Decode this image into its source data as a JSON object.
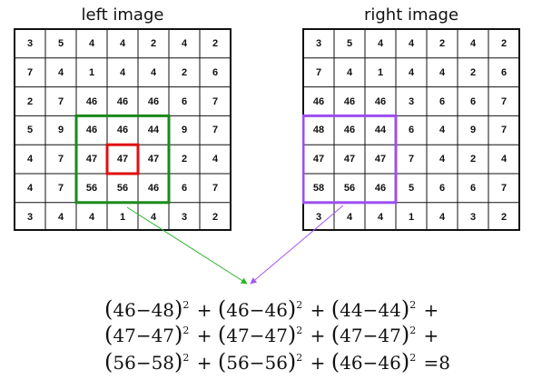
{
  "left_title": "left image",
  "right_title": "right image",
  "left_grid": [
    [
      "3",
      "5",
      "4",
      "4",
      "2",
      "4",
      "2"
    ],
    [
      "7",
      "4",
      "1",
      "4",
      "4",
      "2",
      "6"
    ],
    [
      "2",
      "7",
      "46",
      "46",
      "46",
      "6",
      "7"
    ],
    [
      "5",
      "9",
      "46",
      "46",
      "44",
      "9",
      "7"
    ],
    [
      "4",
      "7",
      "47",
      "47",
      "47",
      "2",
      "4"
    ],
    [
      "4",
      "7",
      "56",
      "56",
      "46",
      "6",
      "7"
    ],
    [
      "3",
      "4",
      "4",
      "1",
      "4",
      "3",
      "2"
    ]
  ],
  "right_grid": [
    [
      "3",
      "5",
      "4",
      "4",
      "2",
      "4",
      "2"
    ],
    [
      "7",
      "4",
      "1",
      "4",
      "4",
      "2",
      "6"
    ],
    [
      "46",
      "46",
      "46",
      "3",
      "6",
      "6",
      "7"
    ],
    [
      "48",
      "46",
      "44",
      "6",
      "4",
      "9",
      "7"
    ],
    [
      "47",
      "47",
      "47",
      "7",
      "4",
      "2",
      "4"
    ],
    [
      "58",
      "56",
      "46",
      "5",
      "6",
      "6",
      "7"
    ],
    [
      "3",
      "4",
      "4",
      "1",
      "4",
      "3",
      "2"
    ]
  ],
  "colors": {
    "left_window": "#1a8a1a",
    "center_pixel": "#e01010",
    "right_window": "#9b4ff0",
    "arrow_green": "#2ab52a",
    "arrow_purple": "#a455f2"
  },
  "formula": {
    "line1": [
      {
        "a": "46",
        "b": "48",
        "op": "+"
      },
      {
        "a": "46",
        "b": "46",
        "op": "+"
      },
      {
        "a": "44",
        "b": "44",
        "op": "+"
      }
    ],
    "line2": [
      {
        "a": "47",
        "b": "47",
        "op": "+"
      },
      {
        "a": "47",
        "b": "47",
        "op": "+"
      },
      {
        "a": "47",
        "b": "47",
        "op": "+"
      }
    ],
    "line3": [
      {
        "a": "56",
        "b": "58",
        "op": "+"
      },
      {
        "a": "56",
        "b": "56",
        "op": "+"
      },
      {
        "a": "46",
        "b": "46",
        "op": "=8"
      }
    ],
    "exponent": "2"
  }
}
